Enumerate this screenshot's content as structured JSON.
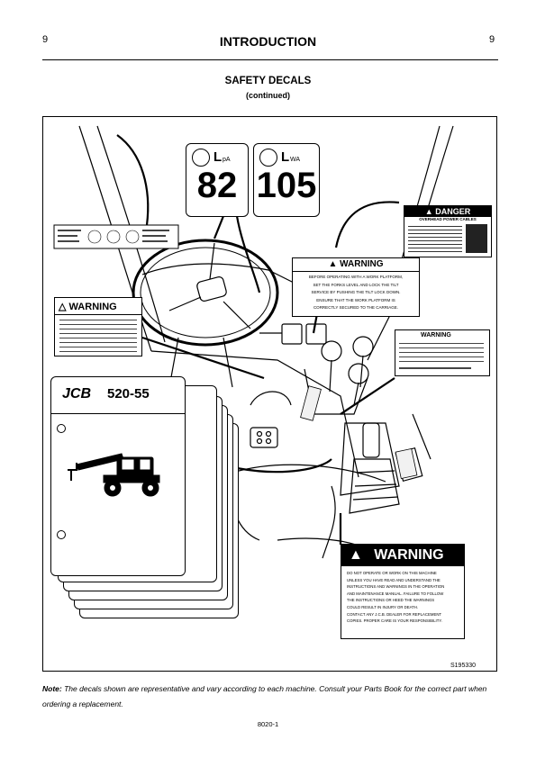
{
  "header": {
    "page_left": "9",
    "page_right": "9",
    "title": "INTRODUCTION"
  },
  "section": {
    "title": "SAFETY DECALS",
    "subtitle": "(continued)"
  },
  "figure": {
    "reference": "S195330",
    "decal_lpa": {
      "symbol": "L",
      "sub": "pA",
      "value": "82"
    },
    "decal_lwa": {
      "symbol": "L",
      "sub": "WA",
      "value": "105"
    },
    "danger_decal": {
      "heading": "DANGER",
      "subheading": "OVERHEAD POWER CABLES"
    },
    "warning_platform": {
      "heading": "WARNING",
      "lines": [
        "BEFORE OPERATING WITH A WORK PLATFORM,",
        "SET THE FORKS LEVEL AND LOCK THE TILT",
        "SERVICE BY PUSHING THE TILT LOCK DOWN.",
        "ENSURE THAT THE WORK PLATFORM IS",
        "CORRECTLY SECURED TO THE CARRIAGE."
      ]
    },
    "warning_left": {
      "heading": "WARNING"
    },
    "warning_right": {
      "heading": "WARNING"
    },
    "warning_manual": {
      "heading": "WARNING",
      "lines": [
        "DO NOT OPERATE OR WORK ON THIS MACHINE",
        "UNLESS YOU HAVE READ AND UNDERSTAND THE",
        "INSTRUCTIONS AND WARNINGS IN THE OPERATION",
        "AND MAINTENANCE MANUAL. FAILURE TO FOLLOW",
        "THE INSTRUCTIONS OR HEED THE WARNINGS",
        "COULD RESULT IN INJURY OR DEATH.",
        "CONTACT ANY J.C.B. DEALER FOR REPLACEMENT",
        "COPIES. PROPER CARE IS YOUR RESPONSIBILITY."
      ]
    },
    "manual": {
      "brand": "JCB",
      "model": "520-55"
    }
  },
  "note": {
    "label": "Note:",
    "text": "The decals shown are representative and vary according to each machine. Consult your Parts Book for the correct part when ordering  a replacement."
  },
  "footer": {
    "doc_number": "8020-1"
  }
}
